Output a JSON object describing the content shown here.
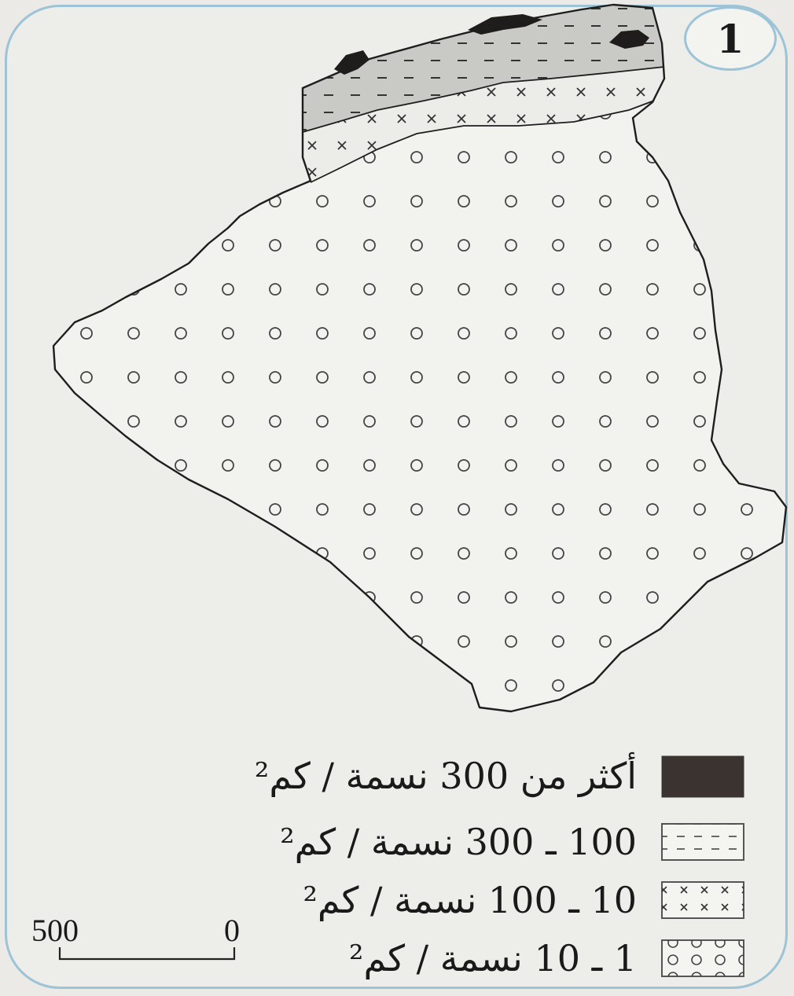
{
  "map_number": "1",
  "legend": [
    {
      "id": "gt300",
      "label": "أكثر من 300 نسمة / كم²",
      "pattern": "dark",
      "color": "#3a3330"
    },
    {
      "id": "100-300",
      "label": "100 ـ 300 نسمة / كم²",
      "pattern": "dashes",
      "color": "#cfcfcc"
    },
    {
      "id": "10-100",
      "label": "10 ـ 100 نسمة / كم²",
      "pattern": "crosses",
      "color": "#e3e3e0"
    },
    {
      "id": "1-10",
      "label": "1 ـ 10 نسمة / كم²",
      "pattern": "circles",
      "color": "#ededea"
    }
  ],
  "scale": {
    "left_label": "500",
    "right_label": "0"
  },
  "colors": {
    "outline": "#1e1e1e",
    "frame": "#9cc3d6",
    "background": "#ededea"
  }
}
